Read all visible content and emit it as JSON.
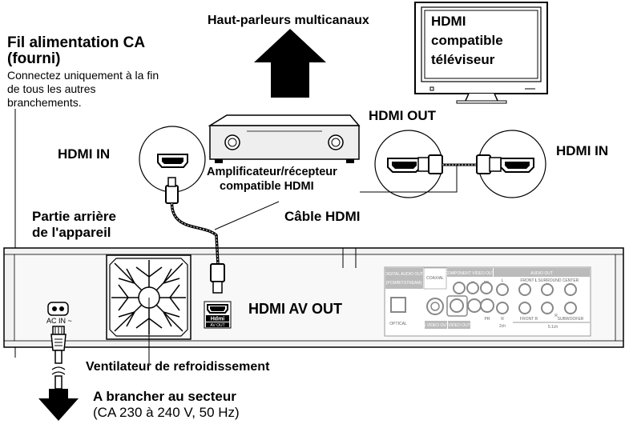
{
  "labels": {
    "power_cord_title_line1": "Fil alimentation CA",
    "power_cord_title_line2": "(fourni)",
    "power_cord_note_line1": "Connectez uniquement à la fin",
    "power_cord_note_line2": "de tous les autres",
    "power_cord_note_line3": "branchements.",
    "speakers": "Haut-parleurs multicanaux",
    "tv_line1": "HDMI",
    "tv_line2": "compatible",
    "tv_line3": "téléviseur",
    "hdmi_out": "HDMI OUT",
    "hdmi_in_left": "HDMI IN",
    "hdmi_in_right": "HDMI IN",
    "amplifier_line1": "Amplificateur/récepteur",
    "amplifier_line2": "compatible HDMI",
    "rear_line1": "Partie arrière",
    "rear_line2": "de l'appareil",
    "hdmi_cable": "Câble HDMI",
    "hdmi_av_out": "HDMI AV OUT",
    "cooling_fan": "Ventilateur de refroidissement",
    "mains_title": "A brancher au secteur",
    "mains_spec": "(CA 230 à 240 V, 50 Hz)"
  },
  "panel": {
    "ac_in": "AC IN ~",
    "hdmi_logo": "Hdmi",
    "av_out": "AV OUT",
    "digital_audio_out": "DIGITAL AUDIO OUT",
    "pcm_bitstream": "(PCM/BITSTREAM)",
    "coaxial": "COAXIAL",
    "optical": "OPTICAL",
    "component_video_out": "COMPONENT VIDEO OUT",
    "y": "Y",
    "pb": "PB",
    "pr": "PR",
    "s_video_out": "S VIDEO OUT",
    "video_out": "VIDEO OUT",
    "audio_out": "AUDIO OUT",
    "l": "L",
    "r": "R",
    "two_ch": "2ch",
    "front_l": "FRONT L",
    "surround": "L SURROUND",
    "center": "CENTER",
    "front_r": "FRONT R",
    "r_label": "R",
    "subwoofer": "SUBWOOFER",
    "five_one": "5.1ch"
  },
  "colors": {
    "line": "#000000",
    "device_fill": "#eeeeee",
    "panel_fill": "#f2f2f2",
    "label_gray": "#bbbbbb"
  }
}
